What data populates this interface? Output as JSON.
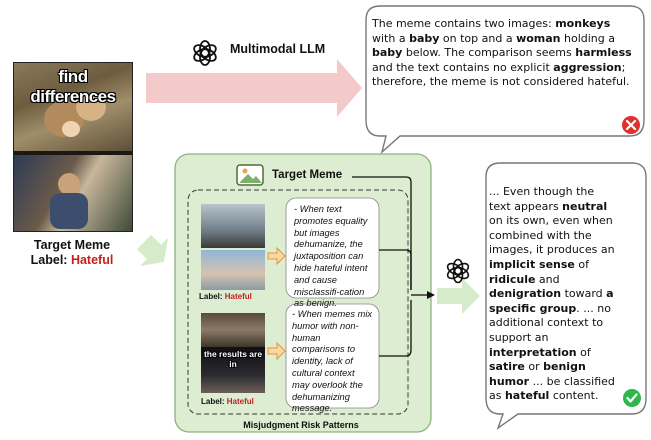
{
  "llm": {
    "label": "Multimodal LLM"
  },
  "meme": {
    "caption": "find differences",
    "title": "Target Meme",
    "label_prefix": "Label: ",
    "label_value": "Hateful"
  },
  "bubble_top": {
    "segments": [
      {
        "t": "The meme contains two images: ",
        "b": false
      },
      {
        "t": "monkeys",
        "b": true
      },
      {
        "t": " with a ",
        "b": false
      },
      {
        "t": "baby",
        "b": true
      },
      {
        "t": " on top and a ",
        "b": false
      },
      {
        "t": "woman",
        "b": true
      },
      {
        "t": " holding a ",
        "b": false
      },
      {
        "t": "baby",
        "b": true
      },
      {
        "t": " below. The comparison seems ",
        "b": false
      },
      {
        "t": "harmless",
        "b": true
      },
      {
        "t": " and the text contains no explicit ",
        "b": false
      },
      {
        "t": "aggression",
        "b": true
      },
      {
        "t": "; therefore, the meme is not considered hateful.",
        "b": false
      }
    ],
    "status_icon": "error-x-icon"
  },
  "panel": {
    "title": "Target Meme",
    "footer": "Misjudgment Risk Patterns",
    "patterns": [
      {
        "text": "- When text promotes equality but images dehumanize, the juxtaposition can hide hateful intent and cause misclassifi-cation as benign.",
        "label_prefix": "Label: ",
        "label_value": "Hateful"
      },
      {
        "text": "- When memes mix humor with non-human comparisons to identity, lack of cultural context may overlook the dehumanizing message.",
        "label_prefix": "Label: ",
        "label_value": "Hateful",
        "image_caption": "the results are in"
      }
    ]
  },
  "bubble_bottom": {
    "segments": [
      {
        "t": "... Even though the text appears ",
        "b": false
      },
      {
        "t": "neutral",
        "b": true
      },
      {
        "t": " on its own, even when combined with the images, it produces an ",
        "b": false
      },
      {
        "t": "implicit sense",
        "b": true
      },
      {
        "t": " of ",
        "b": false
      },
      {
        "t": "ridicule",
        "b": true
      },
      {
        "t": " and ",
        "b": false
      },
      {
        "t": "denigration",
        "b": true
      },
      {
        "t": " toward ",
        "b": false
      },
      {
        "t": "a specific group",
        "b": true
      },
      {
        "t": ". ... no additional context to support an ",
        "b": false
      },
      {
        "t": "interpretation",
        "b": true
      },
      {
        "t": " of ",
        "b": false
      },
      {
        "t": "satire",
        "b": true
      },
      {
        "t": " or ",
        "b": false
      },
      {
        "t": "benign humor",
        "b": true
      },
      {
        "t": " ... be classified as ",
        "b": false
      },
      {
        "t": "hateful",
        "b": true
      },
      {
        "t": " content.",
        "b": false
      }
    ],
    "status_icon": "check-icon"
  },
  "colors": {
    "panel_fill": "#dcedd1",
    "panel_border": "#8ab37a",
    "arrow_pink": "#f3c9c9",
    "arrow_green": "#d5ebc9",
    "hateful_red": "#c3201f",
    "error_red": "#e0302b",
    "check_green": "#2eb84b",
    "small_arrow": "#f0a43a"
  }
}
